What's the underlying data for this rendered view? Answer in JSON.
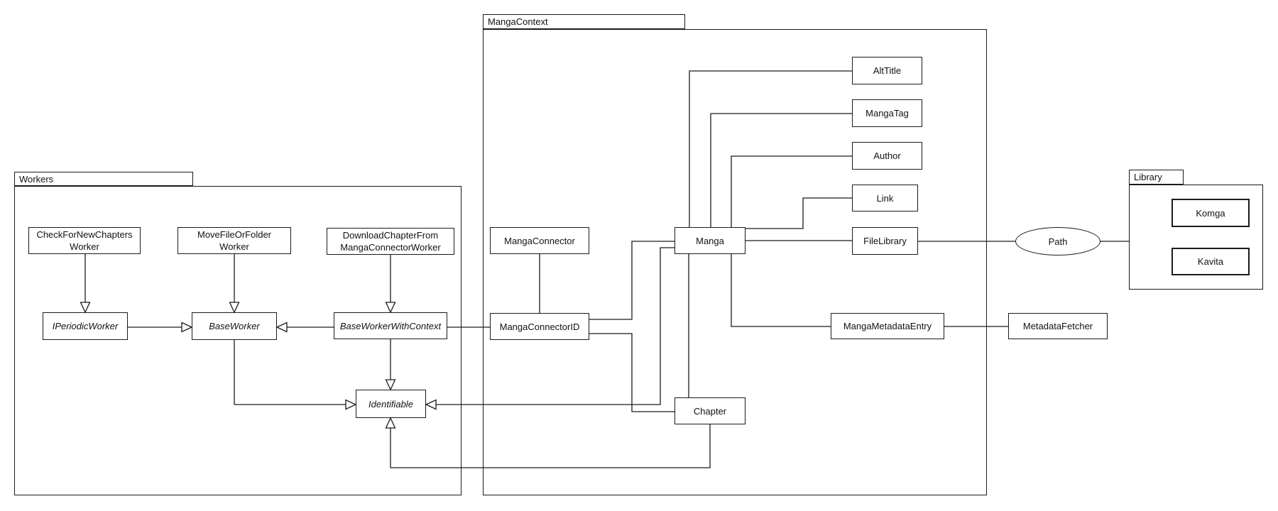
{
  "diagram": {
    "type": "uml-class-diagram",
    "colors": {
      "line": "#1a1a1a",
      "node_fill": "#ffffff",
      "background": "#ffffff"
    },
    "packages": [
      {
        "id": "workers",
        "label": "Workers"
      },
      {
        "id": "manga_context",
        "label": "MangaContext"
      },
      {
        "id": "library",
        "label": "Library"
      }
    ],
    "nodes": [
      {
        "id": "check_worker",
        "package": "workers",
        "shape": "rect",
        "italic": false,
        "lines": [
          "CheckForNewChapters",
          "Worker"
        ]
      },
      {
        "id": "move_worker",
        "package": "workers",
        "shape": "rect",
        "italic": false,
        "lines": [
          "MoveFileOrFolder",
          "Worker"
        ]
      },
      {
        "id": "download_worker",
        "package": "workers",
        "shape": "rect",
        "italic": false,
        "lines": [
          "DownloadChapterFrom",
          "MangaConnectorWorker"
        ]
      },
      {
        "id": "iperiodic_worker",
        "package": "workers",
        "shape": "rect",
        "italic": true,
        "lines": [
          "IPeriodicWorker"
        ]
      },
      {
        "id": "base_worker",
        "package": "workers",
        "shape": "rect",
        "italic": true,
        "lines": [
          "BaseWorker"
        ]
      },
      {
        "id": "base_worker_with_context",
        "package": "workers",
        "shape": "rect",
        "italic": true,
        "lines": [
          "BaseWorkerWithContext"
        ]
      },
      {
        "id": "identifiable",
        "package": "workers",
        "shape": "rect",
        "italic": true,
        "lines": [
          "Identifiable"
        ]
      },
      {
        "id": "manga_connector",
        "package": "manga_context",
        "shape": "rect",
        "italic": false,
        "lines": [
          "MangaConnector"
        ]
      },
      {
        "id": "manga_connector_id",
        "package": "manga_context",
        "shape": "rect",
        "italic": false,
        "lines": [
          "MangaConnectorID"
        ]
      },
      {
        "id": "manga",
        "package": "manga_context",
        "shape": "rect",
        "italic": false,
        "lines": [
          "Manga"
        ]
      },
      {
        "id": "chapter",
        "package": "manga_context",
        "shape": "rect",
        "italic": false,
        "lines": [
          "Chapter"
        ]
      },
      {
        "id": "alt_title",
        "package": "manga_context",
        "shape": "rect",
        "italic": false,
        "lines": [
          "AltTitle"
        ]
      },
      {
        "id": "manga_tag",
        "package": "manga_context",
        "shape": "rect",
        "italic": false,
        "lines": [
          "MangaTag"
        ]
      },
      {
        "id": "author",
        "package": "manga_context",
        "shape": "rect",
        "italic": false,
        "lines": [
          "Author"
        ]
      },
      {
        "id": "link",
        "package": "manga_context",
        "shape": "rect",
        "italic": false,
        "lines": [
          "Link"
        ]
      },
      {
        "id": "file_library",
        "package": "manga_context",
        "shape": "rect",
        "italic": false,
        "lines": [
          "FileLibrary"
        ]
      },
      {
        "id": "manga_metadata_entry",
        "package": "manga_context",
        "shape": "rect",
        "italic": false,
        "lines": [
          "MangaMetadataEntry"
        ]
      },
      {
        "id": "metadata_fetcher",
        "package": null,
        "shape": "rect",
        "italic": false,
        "lines": [
          "MetadataFetcher"
        ]
      },
      {
        "id": "path",
        "package": null,
        "shape": "ellipse",
        "italic": false,
        "lines": [
          "Path"
        ]
      },
      {
        "id": "komga",
        "package": "library",
        "shape": "rect",
        "italic": false,
        "lines": [
          "Komga"
        ]
      },
      {
        "id": "kavita",
        "package": "library",
        "shape": "rect",
        "italic": false,
        "lines": [
          "Kavita"
        ]
      }
    ],
    "edges": [
      {
        "from": "check_worker",
        "to": "iperiodic_worker",
        "type": "inherit"
      },
      {
        "from": "move_worker",
        "to": "base_worker",
        "type": "inherit"
      },
      {
        "from": "download_worker",
        "to": "base_worker_with_context",
        "type": "inherit"
      },
      {
        "from": "iperiodic_worker",
        "to": "base_worker",
        "type": "inherit"
      },
      {
        "from": "base_worker_with_context",
        "to": "base_worker",
        "type": "inherit"
      },
      {
        "from": "base_worker_with_context",
        "to": "identifiable",
        "type": "inherit"
      },
      {
        "from": "base_worker",
        "to": "identifiable",
        "type": "inherit"
      },
      {
        "from": "manga",
        "to": "identifiable",
        "type": "inherit"
      },
      {
        "from": "chapter",
        "to": "identifiable",
        "type": "inherit"
      },
      {
        "from": "manga_connector",
        "to": "manga_connector_id",
        "type": "assoc"
      },
      {
        "from": "base_worker_with_context",
        "to": "manga_connector_id",
        "type": "assoc"
      },
      {
        "from": "manga",
        "to": "manga_connector_id",
        "type": "assoc"
      },
      {
        "from": "manga_connector_id",
        "to": "chapter",
        "type": "assoc"
      },
      {
        "from": "manga",
        "to": "chapter",
        "type": "assoc"
      },
      {
        "from": "manga",
        "to": "alt_title",
        "type": "assoc"
      },
      {
        "from": "manga",
        "to": "manga_tag",
        "type": "assoc"
      },
      {
        "from": "manga",
        "to": "author",
        "type": "assoc"
      },
      {
        "from": "manga",
        "to": "link",
        "type": "assoc"
      },
      {
        "from": "manga",
        "to": "file_library",
        "type": "assoc"
      },
      {
        "from": "manga",
        "to": "manga_metadata_entry",
        "type": "assoc"
      },
      {
        "from": "file_library",
        "to": "path",
        "type": "assoc"
      },
      {
        "from": "path",
        "to": "library",
        "type": "assoc"
      },
      {
        "from": "manga_metadata_entry",
        "to": "metadata_fetcher",
        "type": "assoc"
      }
    ]
  }
}
